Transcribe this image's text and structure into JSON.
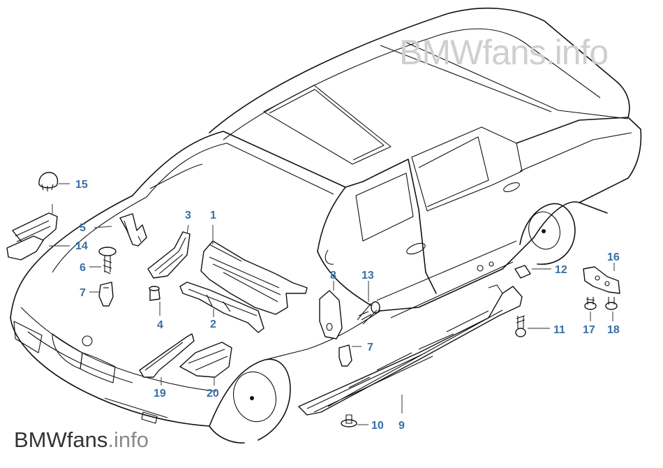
{
  "watermark_top": "BMWfans.info",
  "watermark_bottom": {
    "brand": "BMWfans",
    "suffix": ".info"
  },
  "callouts": {
    "c1": "1",
    "c2": "2",
    "c3": "3",
    "c4": "4",
    "c5": "5",
    "c6": "6",
    "c7a": "7",
    "c7b": "7",
    "c8": "8",
    "c9": "9",
    "c10": "10",
    "c11": "11",
    "c12": "12",
    "c13": "13",
    "c14": "14",
    "c15": "15",
    "c16": "16",
    "c17": "17",
    "c18": "18",
    "c19": "19",
    "c20": "20"
  },
  "colors": {
    "callout": "#3a6ea5",
    "line": "#111111",
    "watermark_light": "#cfcfcf"
  }
}
